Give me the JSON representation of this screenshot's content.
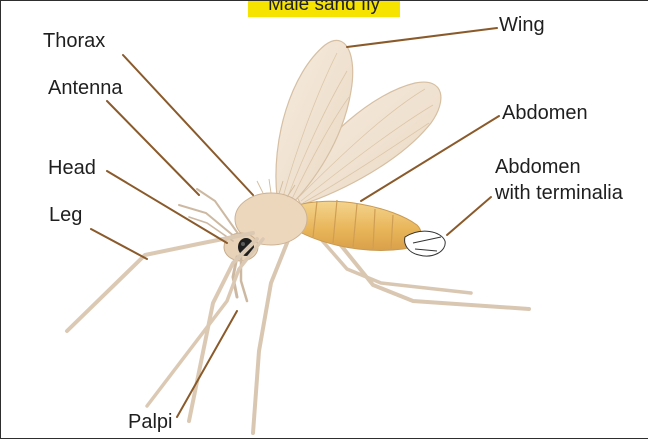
{
  "title": "Male sand fly",
  "labels": {
    "thorax": "Thorax",
    "antenna": "Antenna",
    "head": "Head",
    "leg": "Leg",
    "palpi": "Palpi",
    "wing": "Wing",
    "abdomen": "Abdomen",
    "abdomen_terminalia_line1": "Abdomen",
    "abdomen_terminalia_line2": "with terminalia"
  },
  "colors": {
    "leader_line": "#8a5a2b",
    "body": "#e9d3b8",
    "abdomen": "#eec06a",
    "wing": "#f1e4d2",
    "title_highlight": "#f6e300"
  }
}
